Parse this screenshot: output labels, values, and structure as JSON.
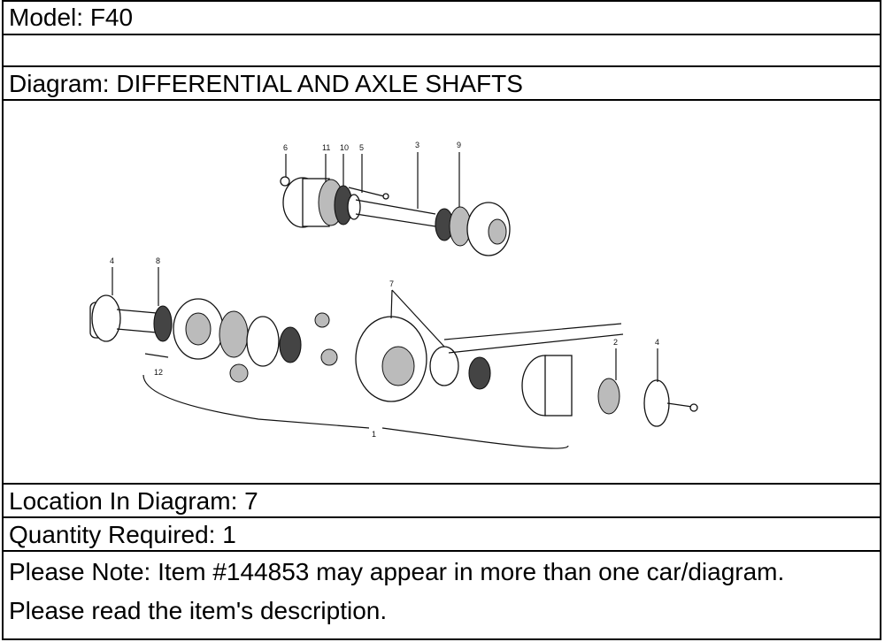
{
  "model": "Model: F40",
  "diagram": "Diagram: DIFFERENTIAL AND AXLE SHAFTS",
  "location": "Location In Diagram: 7",
  "quantity": "Quantity Required: 1",
  "note": "Please Note: Item #144853 may appear in more than one car/diagram. Please read the item's description.",
  "callouts": {
    "c6": "6",
    "c11": "11",
    "c10": "10",
    "c5": "5",
    "c3": "3",
    "c9": "9",
    "c4a": "4",
    "c8": "8",
    "c7": "7",
    "c12": "12",
    "c2": "2",
    "c4b": "4",
    "c1": "1"
  }
}
